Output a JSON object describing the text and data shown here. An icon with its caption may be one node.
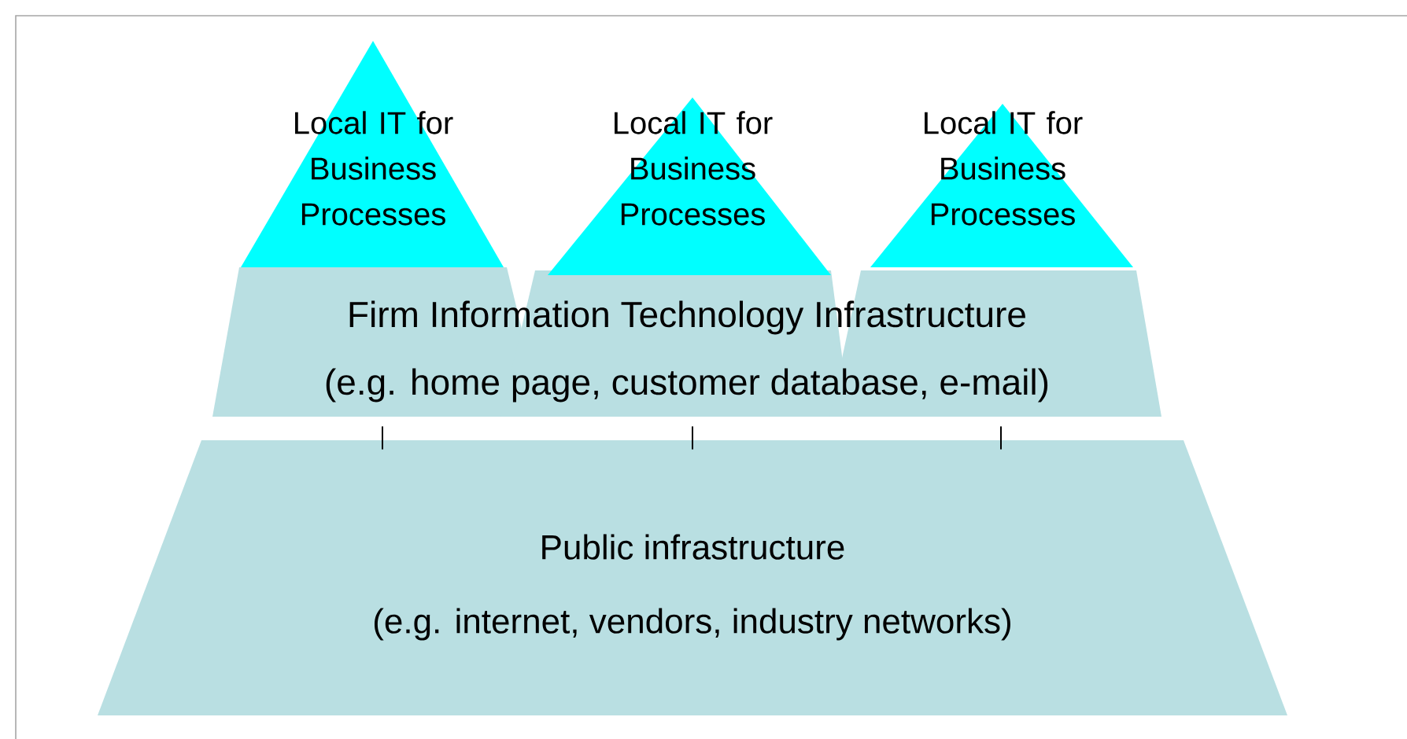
{
  "diagram": {
    "nodes": [
      {
        "text": [
          "Local IT for Business Processes"
        ]
      },
      {
        "text": [
          "Local IT for Business Processes"
        ]
      },
      {
        "text": [
          "Local IT for Business Processes"
        ]
      },
      {
        "text": [
          "Firm Information Technology Infrastructure",
          "(e.g. home page, customer database, e-mail)"
        ]
      },
      {
        "text": [
          "Public infrastructure",
          "(e.g. internet, vendors, industry networks)"
        ]
      }
    ],
    "edges": [
      {
        "from": 3,
        "to": 4,
        "arrow": "none"
      },
      {
        "from": 3,
        "to": 4,
        "arrow": "none"
      },
      {
        "from": 3,
        "to": 4,
        "arrow": "none"
      }
    ]
  }
}
